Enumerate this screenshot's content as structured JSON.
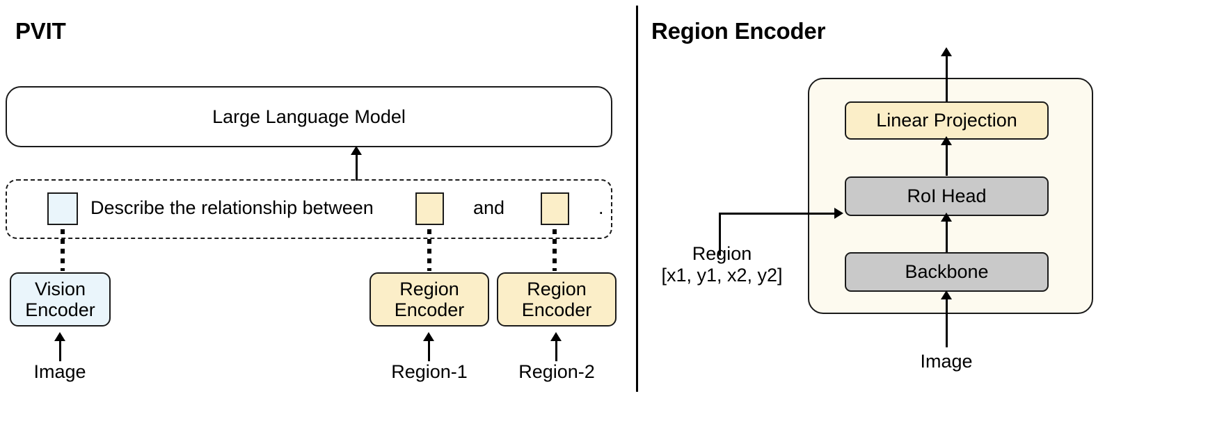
{
  "figure": {
    "left_panel": {
      "title": "PVIT",
      "llm_box": {
        "label": "Large Language Model"
      },
      "prompt": {
        "text_segment_1": "Describe the relationship between",
        "text_segment_2": "and",
        "text_segment_3": ".",
        "image_token": "image-token",
        "region_token_1": "region-token-1",
        "region_token_2": "region-token-2"
      },
      "encoders": [
        {
          "id": "vision-encoder",
          "line1": "Vision",
          "line2": "Encoder",
          "input_label": "Image"
        },
        {
          "id": "region-encoder-1",
          "line1": "Region",
          "line2": "Encoder",
          "input_label": "Region-1"
        },
        {
          "id": "region-encoder-2",
          "line1": "Region",
          "line2": "Encoder",
          "input_label": "Region-2"
        }
      ]
    },
    "right_panel": {
      "title": "Region Encoder",
      "blocks": [
        {
          "id": "linear-projection",
          "label": "Linear Projection"
        },
        {
          "id": "roi-head",
          "label": "RoI Head"
        },
        {
          "id": "backbone",
          "label": "Backbone"
        }
      ],
      "region_input": {
        "line1": "Region",
        "line2": "[x1, y1, x2, y2]"
      },
      "image_input_label": "Image"
    },
    "colors": {
      "vision_fill": "#eaf5fb",
      "region_fill": "#fbeec8",
      "gray_fill": "#c9c9c9",
      "container_fill": "#fdfaef",
      "stroke": "#1a1a1a"
    }
  }
}
